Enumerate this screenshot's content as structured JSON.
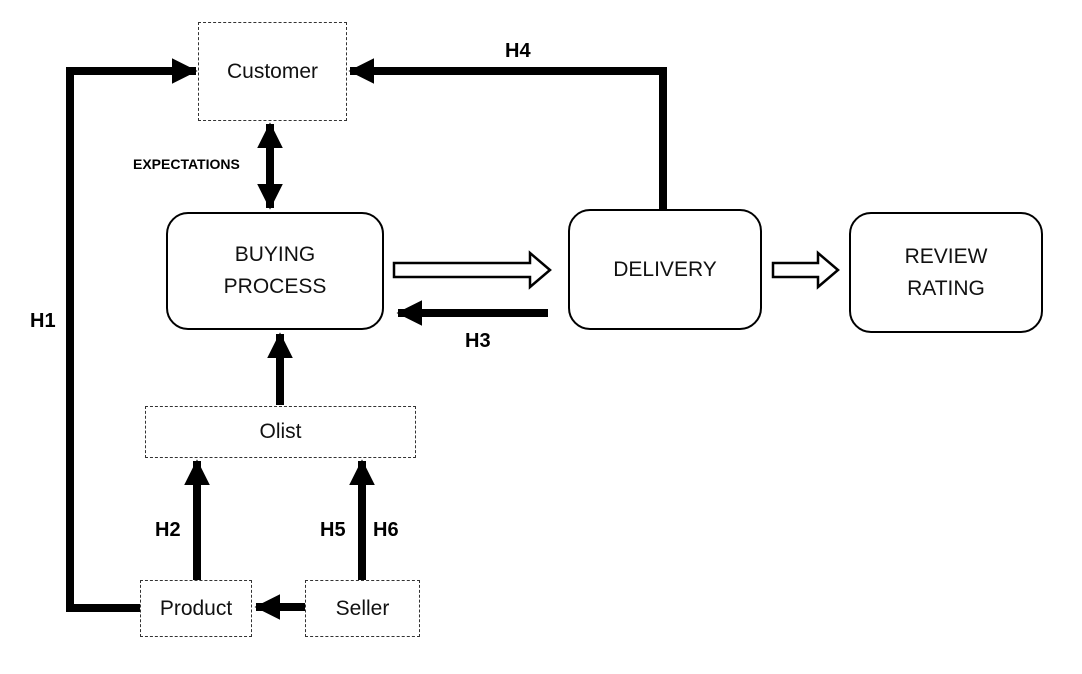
{
  "nodes": {
    "customer": "Customer",
    "buying_process": [
      "BUYING",
      "PROCESS"
    ],
    "delivery": "DELIVERY",
    "review_rating": [
      "REVIEW",
      "RATING"
    ],
    "olist": "Olist",
    "product": "Product",
    "seller": "Seller"
  },
  "labels": {
    "expectations": "EXPECTATIONS",
    "h1": "H1",
    "h2": "H2",
    "h3": "H3",
    "h4": "H4",
    "h5": "H5",
    "h6": "H6"
  }
}
